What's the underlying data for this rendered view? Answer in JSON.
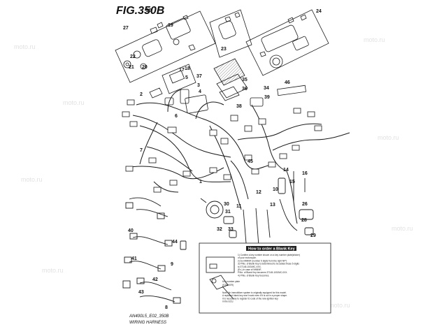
{
  "figure": {
    "title": "FIG.350B",
    "model_code": "AN400L5_E02_350B",
    "caption": "WIRING HARNESS"
  },
  "watermark": "moto.ru",
  "callouts": [
    "1",
    "2",
    "3",
    "4",
    "5",
    "6",
    "7",
    "8",
    "9",
    "10",
    "11",
    "12",
    "13",
    "14",
    "15",
    "16",
    "17",
    "18",
    "19",
    "20",
    "21",
    "22",
    "23",
    "24",
    "25",
    "26",
    "27",
    "28",
    "29",
    "30",
    "31",
    "32",
    "33",
    "34",
    "35",
    "36",
    "37",
    "38",
    "39",
    "40",
    "41",
    "42",
    "43",
    "44",
    "45",
    "46"
  ],
  "blank_key_box": {
    "title": "How to order a Blank Key",
    "lines": [
      "1) Confirm a key number shown on a key number plate(sticker)",
      "   of your motorcycle.",
      "2) Ex.NNNNF (number 5 digits from the right NF*)",
      "3) P/No. of Blank Key is determined to be added those 5 digits",
      "   to 37145-10G/MC-XXX.",
      "   (Ex.) In case of NNNNF,",
      "   P/No. of Blank Key becomes 37145-10G/MC-0XX.",
      "4) P/No. of Blank Key becomes.",
      "Note: An immobilizer system is originally equipped for this model.",
      "A replaced blank key won't work even if it is cut in a proper shape.",
      "It is necessary to register ID code of the new ignition key",
      "in the ECU."
    ],
    "key_label": "Key number plate",
    "sticker_label": "(STICKER)"
  },
  "colors": {
    "line": "#1a1a1a",
    "box_fill": "#ffffff",
    "title_bar": "#222222"
  }
}
